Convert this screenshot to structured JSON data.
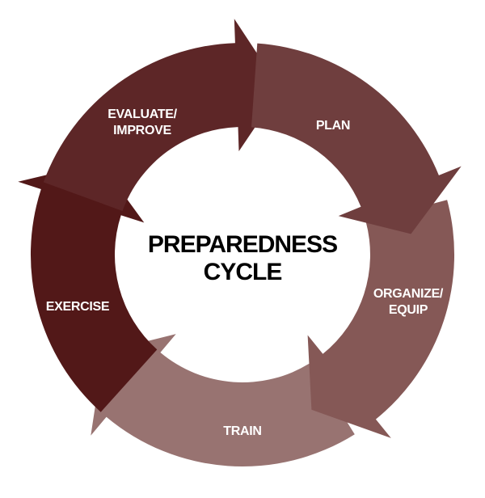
{
  "title": {
    "line1": "PREPAREDNESS",
    "line2": "CYCLE"
  },
  "segments": [
    {
      "key": "plan",
      "lines": [
        "PLAN"
      ],
      "color": "#6f3e3e"
    },
    {
      "key": "organize",
      "lines": [
        "ORGANIZE/",
        "EQUIP"
      ],
      "color": "#855856"
    },
    {
      "key": "train",
      "lines": [
        "TRAIN"
      ],
      "color": "#987371"
    },
    {
      "key": "exercise",
      "lines": [
        "EXERCISE"
      ],
      "color": "#521818"
    },
    {
      "key": "evaluate",
      "lines": [
        "EVALUATE/",
        "IMPROVE"
      ],
      "color": "#5d2627"
    }
  ]
}
